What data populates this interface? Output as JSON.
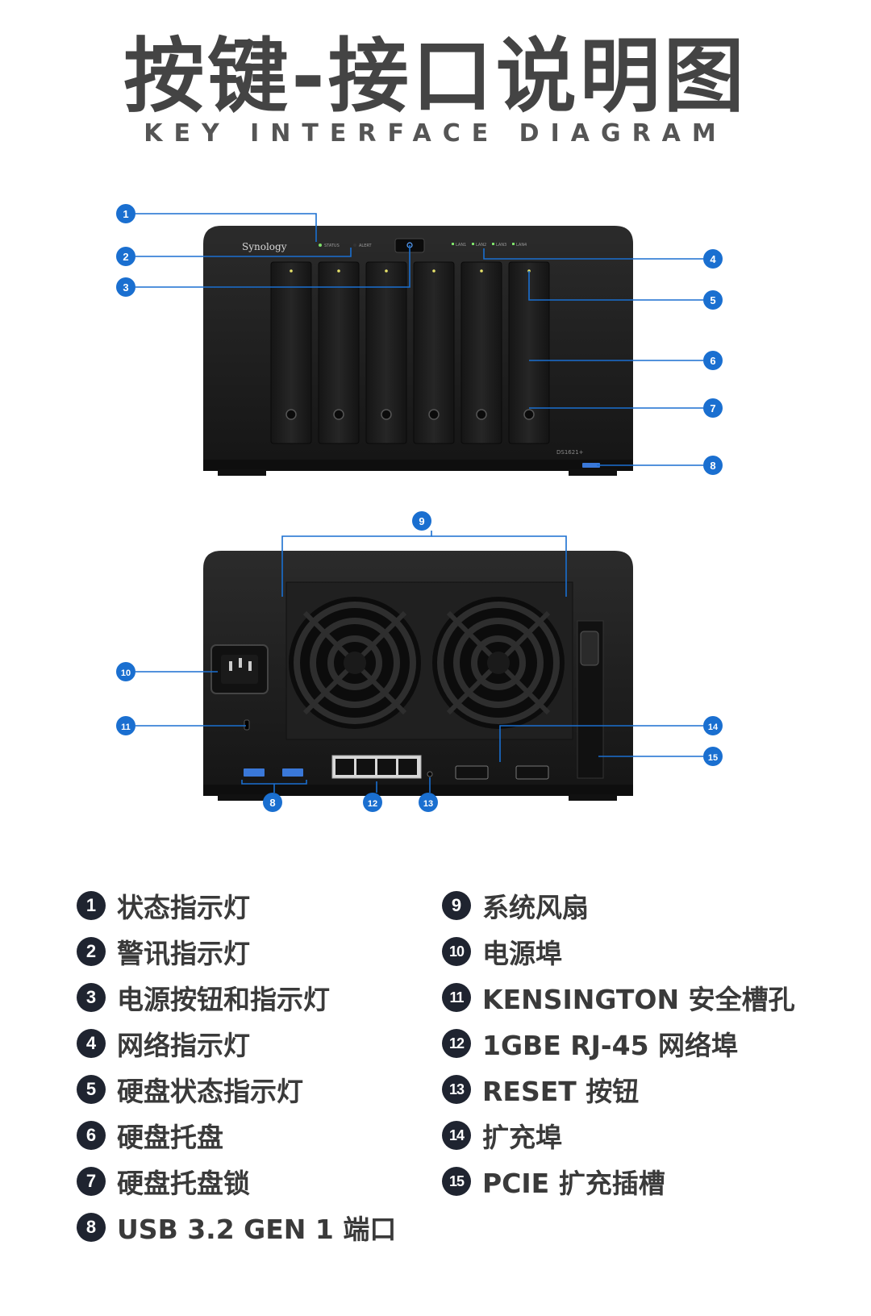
{
  "title": "按键-接口说明图",
  "subtitle": "KEY INTERFACE DIAGRAM",
  "device": {
    "brand": "Synology",
    "model": "DS1621+",
    "front_leds": [
      "STATUS",
      "ALERT"
    ],
    "lan_leds": [
      "LAN1",
      "LAN2",
      "LAN3",
      "LAN4"
    ]
  },
  "callouts": [
    "1",
    "2",
    "3",
    "4",
    "5",
    "6",
    "7",
    "8",
    "9",
    "10",
    "11",
    "12",
    "13",
    "14",
    "15",
    "8"
  ],
  "legend_left": [
    {
      "num": "1",
      "label": "状态指示灯"
    },
    {
      "num": "2",
      "label": "警讯指示灯"
    },
    {
      "num": "3",
      "label": "电源按钮和指示灯"
    },
    {
      "num": "4",
      "label": "网络指示灯"
    },
    {
      "num": "5",
      "label": "硬盘状态指示灯"
    },
    {
      "num": "6",
      "label": "硬盘托盘"
    },
    {
      "num": "7",
      "label": "硬盘托盘锁"
    },
    {
      "num": "8",
      "label": "USB 3.2 GEN 1 端口"
    }
  ],
  "legend_right": [
    {
      "num": "9",
      "label": "系统风扇"
    },
    {
      "num": "10",
      "label": "电源埠"
    },
    {
      "num": "11",
      "label": "KENSINGTON 安全槽孔"
    },
    {
      "num": "12",
      "label": "1GBE RJ-45 网络埠"
    },
    {
      "num": "13",
      "label": "RESET 按钮"
    },
    {
      "num": "14",
      "label": "扩充埠"
    },
    {
      "num": "15",
      "label": "PCIE 扩充插槽"
    }
  ],
  "colors": {
    "callout": "#1a6fd0",
    "device": "#1c1c1c",
    "badge": "#1f2430"
  }
}
